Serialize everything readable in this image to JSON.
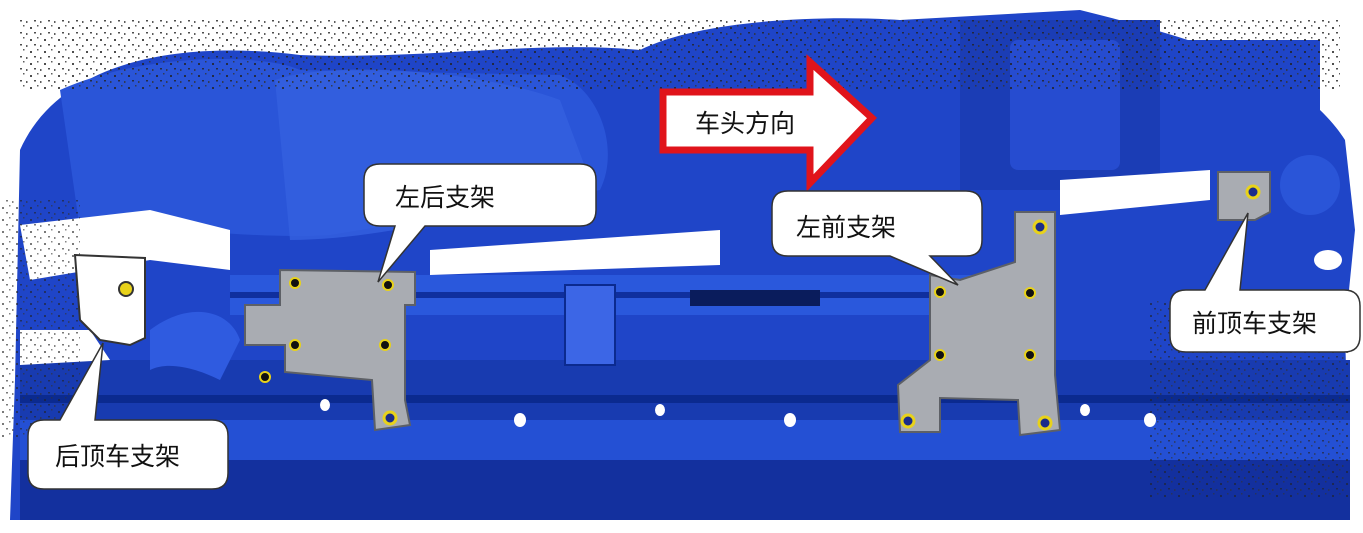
{
  "colors": {
    "body_blue": "#1f45c8",
    "dark_blue": "#0b2a8f",
    "light_blue": "#3c66e6",
    "bracket_gray": "#a9acb2",
    "arrow_red": "#e0141b",
    "bolt_yellow": "#e8d21a"
  },
  "direction_arrow": {
    "label": "车头方向"
  },
  "callouts": {
    "left_rear": "左后支架",
    "left_front": "左前支架",
    "front_roof": "前顶车支架",
    "rear_roof": "后顶车支架"
  }
}
